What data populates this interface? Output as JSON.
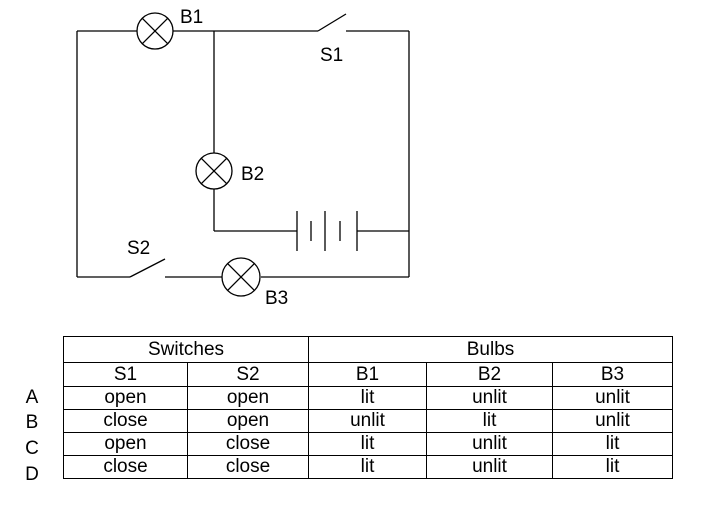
{
  "diagram": {
    "labels": {
      "b1": "B1",
      "b2": "B2",
      "b3": "B3",
      "s1": "S1",
      "s2": "S2"
    }
  },
  "table": {
    "groups": {
      "switches": "Switches",
      "bulbs": "Bulbs"
    },
    "columns": [
      "S1",
      "S2",
      "B1",
      "B2",
      "B3"
    ],
    "rows": [
      {
        "letter": "A",
        "cells": [
          "open",
          "open",
          "lit",
          "unlit",
          "unlit"
        ]
      },
      {
        "letter": "B",
        "cells": [
          "close",
          "open",
          "unlit",
          "lit",
          "unlit"
        ]
      },
      {
        "letter": "C",
        "cells": [
          "open",
          "close",
          "lit",
          "unlit",
          "lit"
        ]
      },
      {
        "letter": "D",
        "cells": [
          "close",
          "close",
          "lit",
          "unlit",
          "lit"
        ]
      }
    ]
  }
}
